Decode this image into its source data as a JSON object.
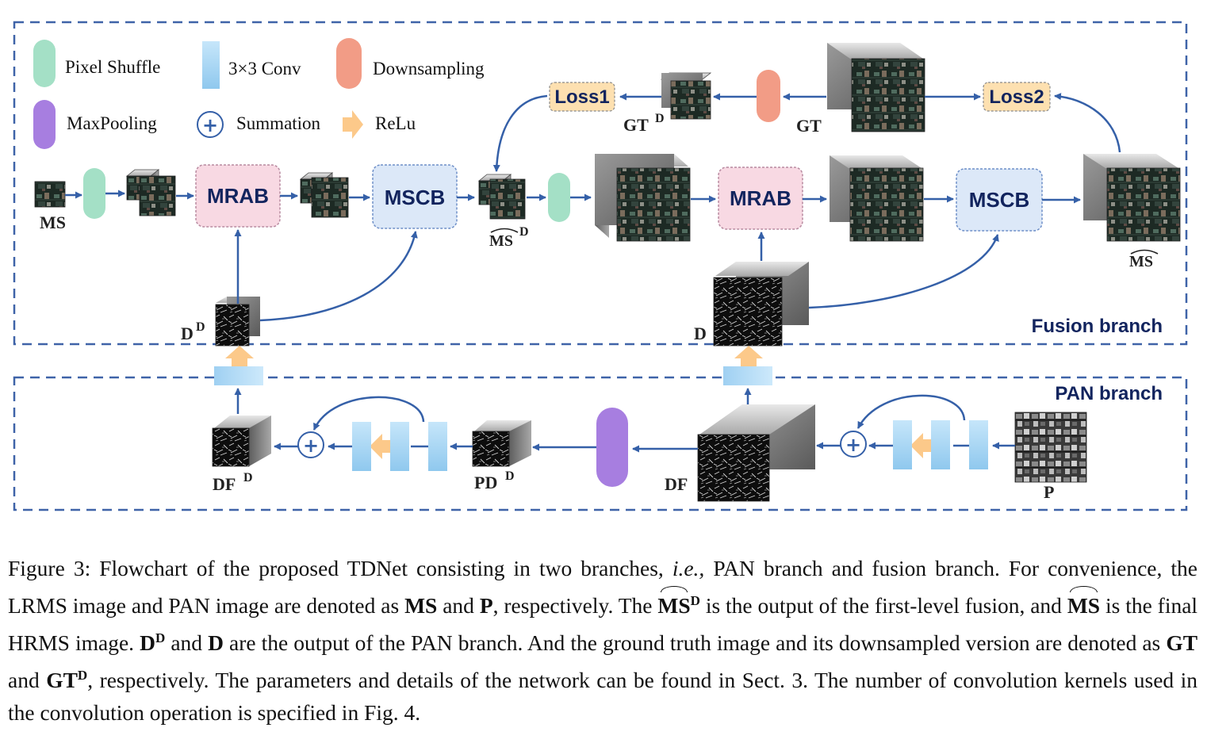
{
  "legend": {
    "pixel_shuffle": "Pixel Shuffle",
    "conv": "3×3 Conv",
    "downsampling": "Downsampling",
    "maxpooling": "MaxPooling",
    "summation": "Summation",
    "relu": "ReLu",
    "plus": "+"
  },
  "branches": {
    "fusion": "Fusion branch",
    "pan": "PAN branch"
  },
  "blocks": {
    "mrab": "MRAB",
    "mscb": "MSCB",
    "loss1": "Loss1",
    "loss2": "Loss2"
  },
  "labels": {
    "ms": "MS",
    "ms_hat": "MS",
    "ms_hat_d_base": "MS",
    "sup_d": "D",
    "gt": "GT",
    "gt_d_base": "GT",
    "d": "D",
    "d_d_base": "D",
    "df": "DF",
    "df_d_base": "DF",
    "pd_d_base": "PD",
    "p": "P"
  },
  "caption": {
    "s1": "Figure 3: Flowchart of the proposed TDNet consisting in two branches,",
    "ie": "i.e.,",
    "s2": "PAN branch and fusion branch. For convenience, the LRMS image and PAN image are denoted as",
    "ms": "MS",
    "and1": "and",
    "p": "P",
    "s3": ", respectively. The",
    "ms_hat_d": "MS",
    "sup_d": "D",
    "s4": "is the output of the first-level fusion, and",
    "ms_hat": "MS",
    "s5": "is the final HRMS image.",
    "d_d": "D",
    "and2": "and",
    "d": "D",
    "s6": "are the output of the PAN branch. And the ground truth image and its downsampled version are denoted as",
    "gt": "GT",
    "and3": "and",
    "gt_d": "GT",
    "s7": ", respectively. The parameters and details of the network can be found in Sect. 3. The number of convolution kernels used in the convolution operation is specified in Fig. 4."
  },
  "colors": {
    "arrow": "#3560a8",
    "dash": "#3f63a8",
    "mrab_fill": "#f8d9e3",
    "mscb_fill": "#dce8f8",
    "loss_fill": "#fde0b0",
    "pixel_shuffle": "#a4e0c6",
    "conv": "#a9d6f3",
    "downsampling": "#f29c86",
    "maxpooling": "#a77ee0",
    "relu": "#fcc98a",
    "label_navy": "#12245e"
  },
  "icons": [
    "pixel-shuffle-icon",
    "conv-icon",
    "downsampling-icon",
    "maxpooling-icon",
    "summation-icon",
    "relu-icon",
    "image-cube-icon"
  ]
}
